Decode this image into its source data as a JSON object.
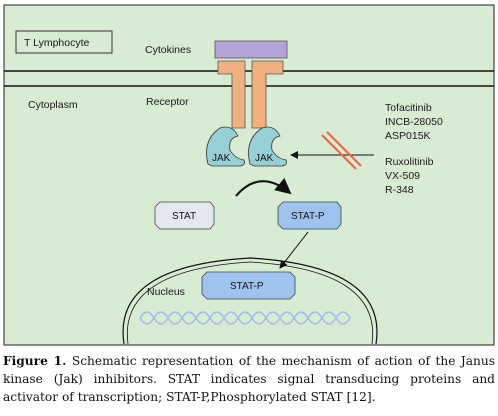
{
  "diagram": {
    "cell_label": "T Lymphocyte",
    "cytokines_label": "Cytokines",
    "receptor_label": "Receptor",
    "cytoplasm_label": "Cytoplasm",
    "jak_left": "JAK",
    "jak_right": "JAK",
    "stat_label": "STAT",
    "stat_p_label": "STAT-P",
    "nucleus_label": "Nucleus",
    "nucleus_stat_p_label": "STAT-P",
    "inhibitors": [
      "Tofacitinib",
      "INCB-28050",
      "ASP015K",
      "Ruxolitinib",
      "VX-509",
      "R-348"
    ],
    "colors": {
      "background": "#d8ebd3",
      "cytokine": "#b3a3d6",
      "receptor": "#f0b07f",
      "jak": "#96d0d6",
      "stat_box": "#e3e7ee",
      "stat_p_box": "#9ec3ee",
      "dna": "#9fb8ee",
      "inhibitor_mark": "#e06a50"
    }
  },
  "caption": {
    "figure_label": "Figure 1.",
    "text": "Schematic representation of the mechanism of action of the Janus kinase (Jak) inhibitors. STAT indicates signal transducing proteins and activator of transcription; STAT-P,Phosphorylated STAT [12]."
  }
}
